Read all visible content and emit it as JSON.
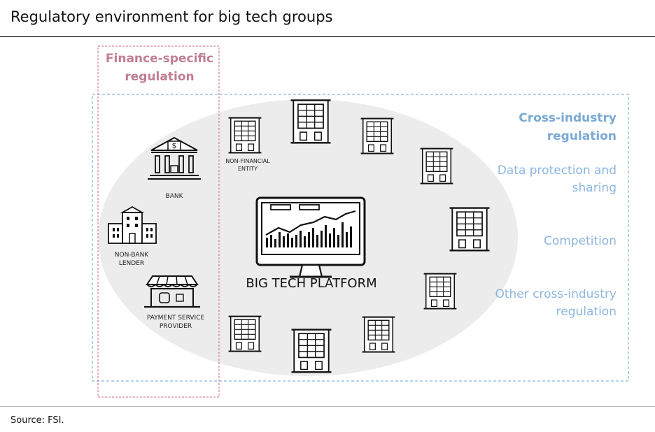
{
  "title": "Regulatory environment for big tech groups",
  "source": "Source: FSI.",
  "finance_label": "Finance-specific regulation",
  "cross_industry": {
    "title": "Cross-industry regulation",
    "items": [
      "Data protection and sharing",
      "Competition",
      "Other cross-industry regulation"
    ]
  },
  "center_label": "BIG TECH PLATFORM",
  "entities": {
    "bank": "BANK",
    "non_bank_lender": "NON-BANK LENDER",
    "payment_service_provider": "PAYMENT SERVICE PROVIDER",
    "non_financial_entity": "NON-FINANCIAL ENTITY"
  },
  "colors": {
    "finance_border": "#d9889f",
    "finance_text": "#c27d92",
    "cross_border": "#8ab8e0",
    "cross_text": "#7aa9d6",
    "ellipse_fill": "#ececec"
  }
}
